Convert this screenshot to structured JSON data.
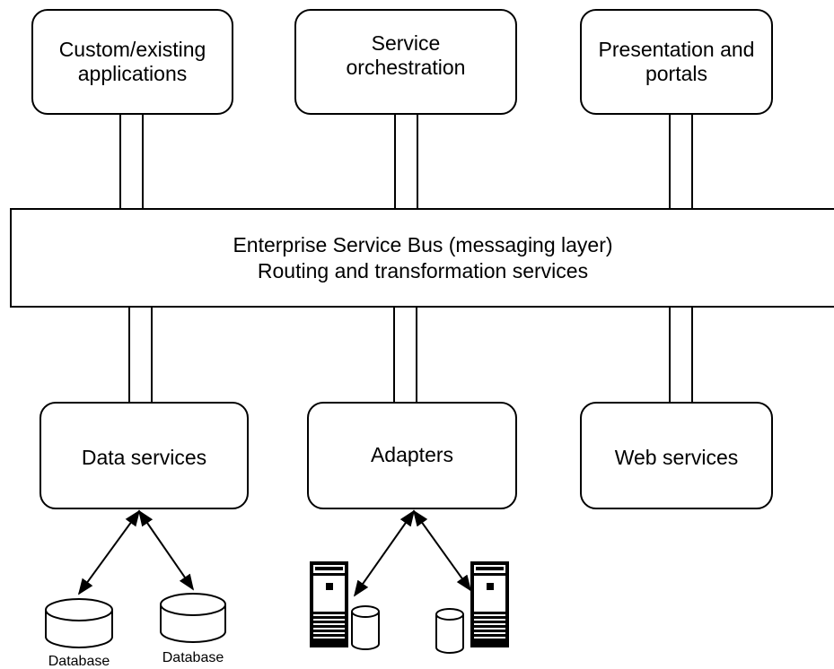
{
  "top_boxes": [
    {
      "label": "Custom/existing\napplications"
    },
    {
      "label": "Service\norchestration"
    },
    {
      "label": "Presentation and\nportals"
    }
  ],
  "bus": {
    "line1": "Enterprise Service Bus (messaging layer)",
    "line2": "Routing and transformation services"
  },
  "bottom_boxes": [
    {
      "label": "Data services"
    },
    {
      "label": "Adapters"
    },
    {
      "label": "Web services"
    }
  ],
  "databases": [
    {
      "label": "Database"
    },
    {
      "label": "Database"
    }
  ],
  "server_icons": [
    "server-tower-icon",
    "cylinder-icon",
    "cylinder-icon",
    "server-tower-icon"
  ]
}
